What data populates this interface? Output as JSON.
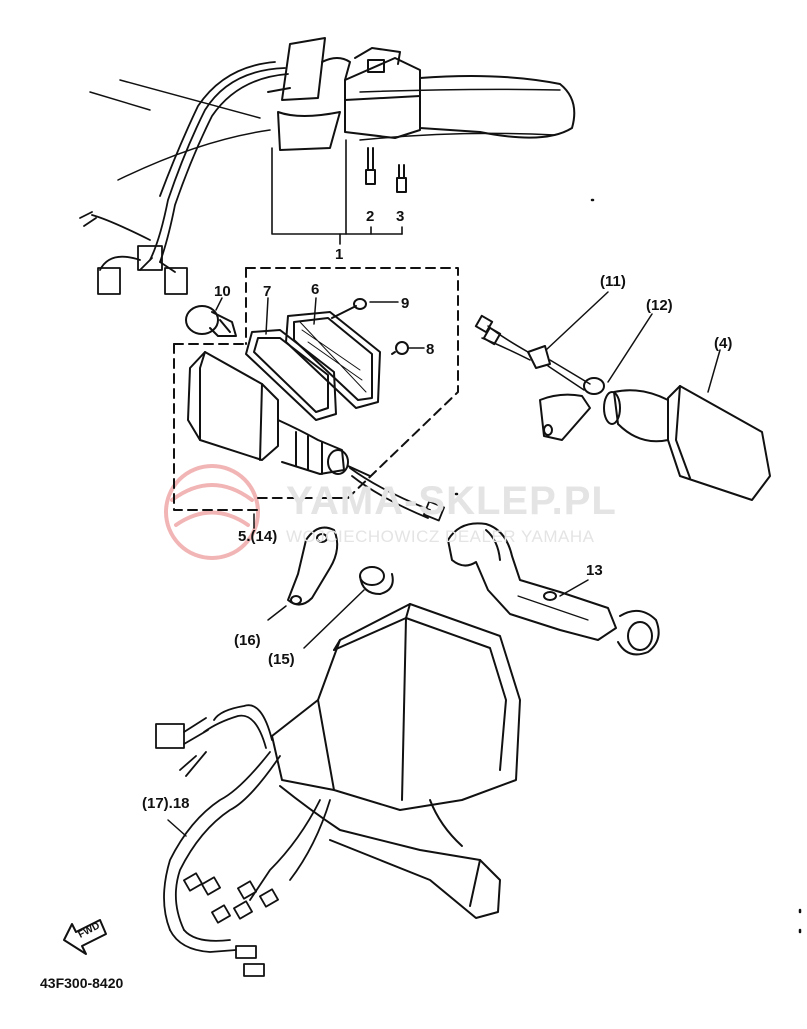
{
  "diagram": {
    "document_number": "43F300-8420",
    "watermark": {
      "brand": "YAMA-SKLEP.PL",
      "tagline": "WOJCIECHOWICZ DEALER YAMAHA"
    },
    "front_arrow_text": "FWD",
    "callouts": {
      "c1": "1",
      "c2": "2",
      "c3": "3",
      "c4": "(4)",
      "c5": "5.(14)",
      "c6": "6",
      "c7": "7",
      "c8": "8",
      "c9": "9",
      "c10": "10",
      "c11": "(11)",
      "c12": "(12)",
      "c13": "13",
      "c15": "(15)",
      "c16": "(16)",
      "c17": "(17).18"
    }
  }
}
